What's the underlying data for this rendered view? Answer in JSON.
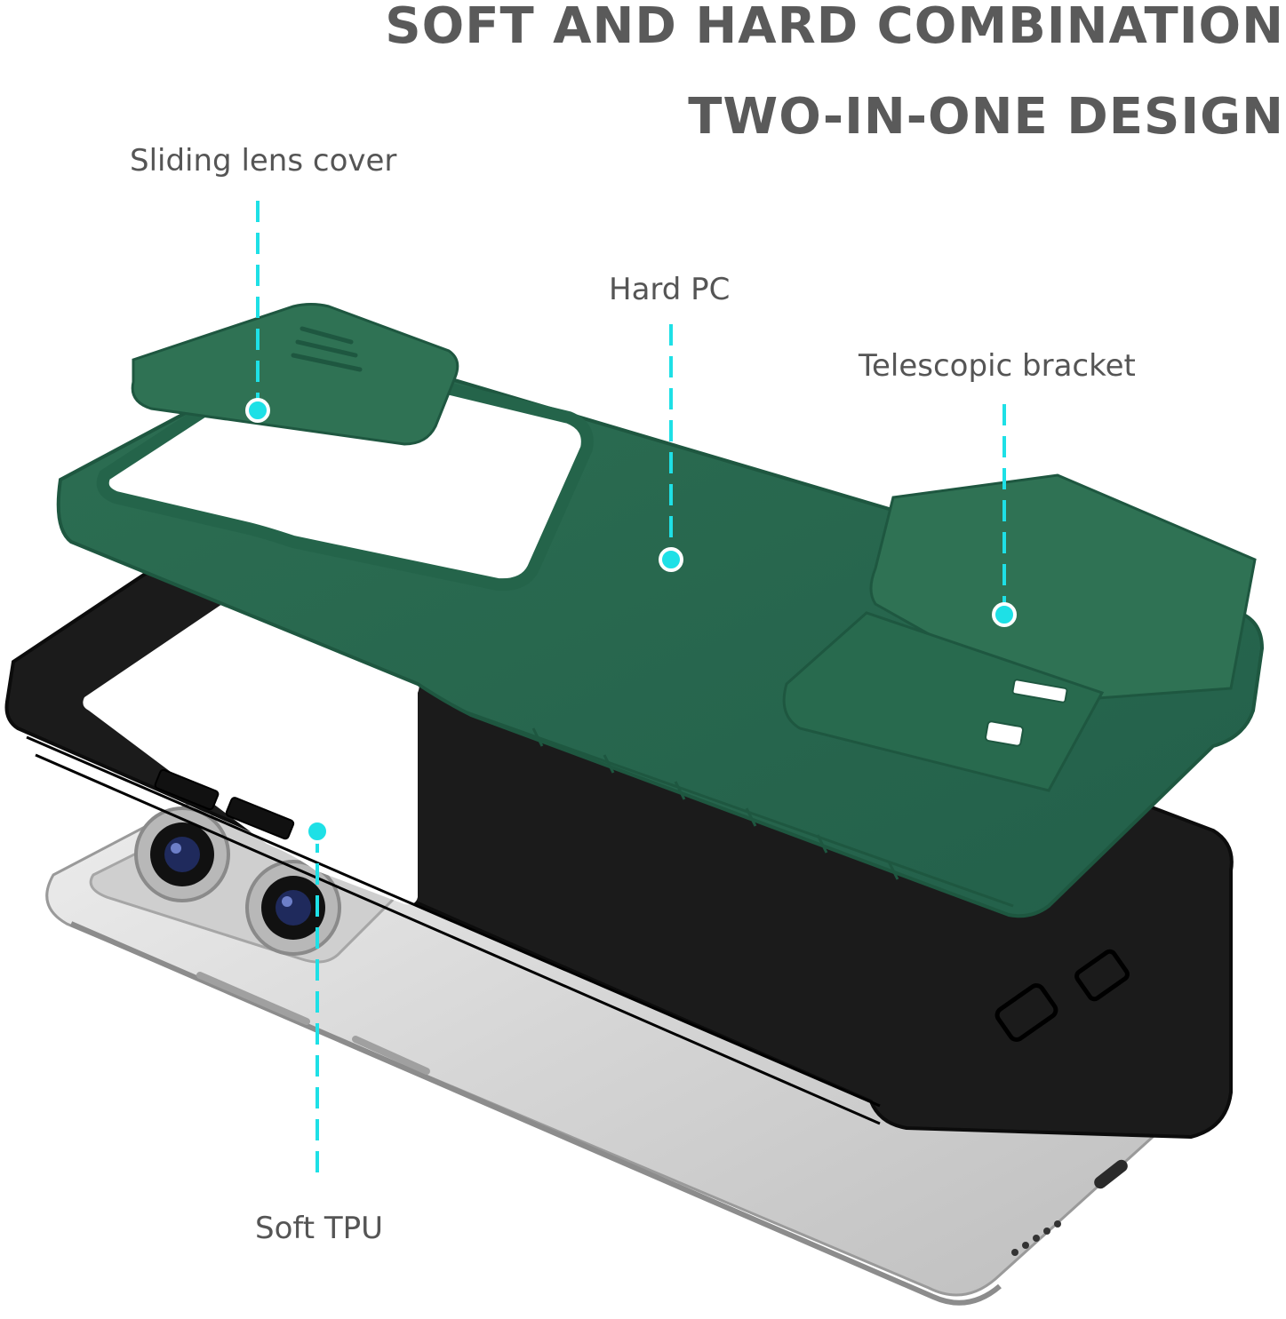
{
  "headline": {
    "line1": "SOFT AND HARD COMBINATION",
    "line2": "TWO-IN-ONE DESIGN"
  },
  "callouts": {
    "lens_cover": "Sliding lens cover",
    "hard_pc": "Hard PC",
    "bracket": "Telescopic bracket",
    "soft_tpu": "Soft TPU"
  },
  "colors": {
    "text": "#5a5a5a",
    "leader_line": "#1ee0e6",
    "hard_case": "#2e6e55",
    "soft_case": "#1a1a1a",
    "phone_body": "#d9d9d9"
  }
}
